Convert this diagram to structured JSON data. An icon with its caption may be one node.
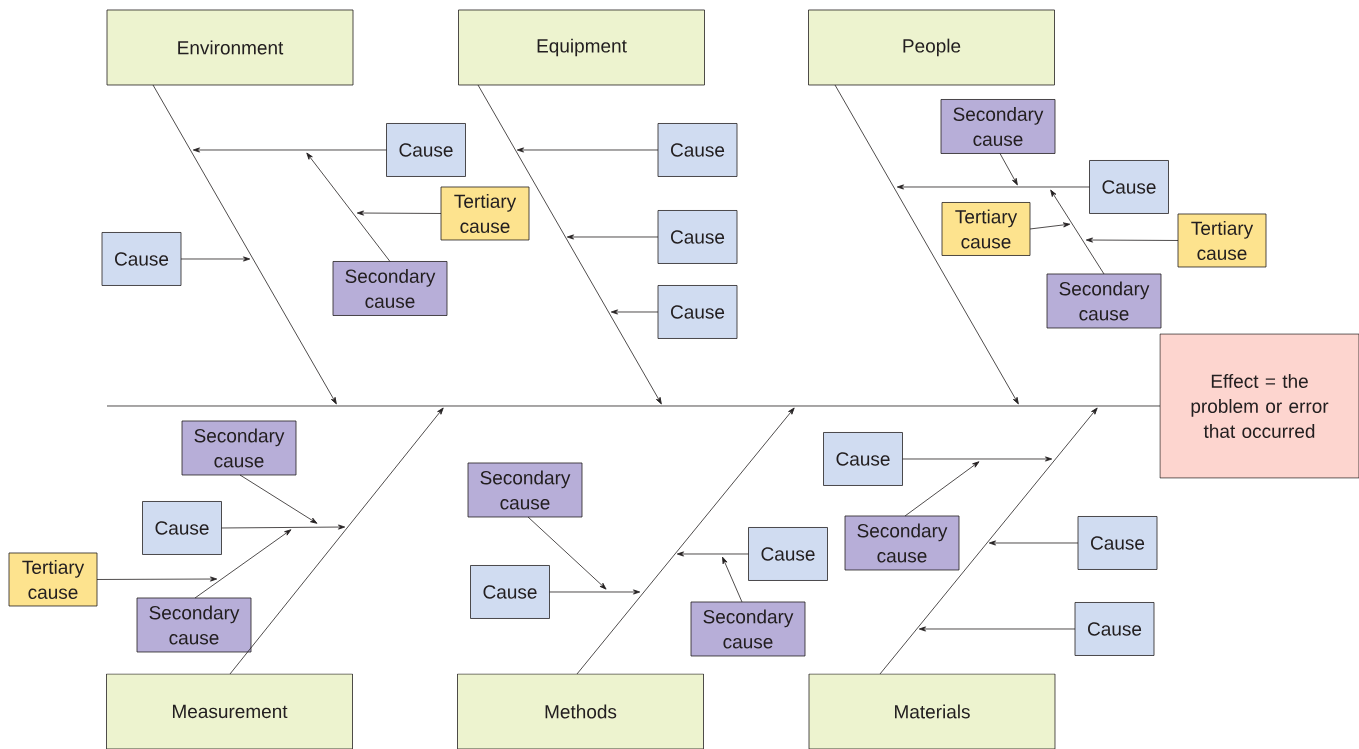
{
  "diagram": {
    "nodes": [
      {
        "text": [
          "Environment"
        ]
      },
      {
        "text": [
          "Equipment"
        ]
      },
      {
        "text": [
          "People"
        ]
      },
      {
        "text": [
          "Cause"
        ]
      },
      {
        "text": [
          "Tertiary cause"
        ]
      },
      {
        "text": [
          "Cause"
        ]
      },
      {
        "text": [
          "Secondary cause"
        ]
      },
      {
        "text": [
          "Cause"
        ]
      },
      {
        "text": [
          "Cause"
        ]
      },
      {
        "text": [
          "Cause"
        ]
      },
      {
        "text": [
          "Secondary cause"
        ]
      },
      {
        "text": [
          "Cause"
        ]
      },
      {
        "text": [
          "Tertiary cause"
        ]
      },
      {
        "text": [
          "Tertiary cause"
        ]
      },
      {
        "text": [
          "Secondary cause"
        ]
      },
      {
        "text": [
          "Effect = the problem or error that occurred"
        ]
      },
      {
        "text": [
          "Secondary cause"
        ]
      },
      {
        "text": [
          "Cause"
        ]
      },
      {
        "text": [
          "Tertiary cause"
        ]
      },
      {
        "text": [
          "Secondary cause"
        ]
      },
      {
        "text": [
          "Secondary cause"
        ]
      },
      {
        "text": [
          "Cause"
        ]
      },
      {
        "text": [
          "Cause"
        ]
      },
      {
        "text": [
          "Secondary cause"
        ]
      },
      {
        "text": [
          "Cause"
        ]
      },
      {
        "text": [
          "Secondary cause"
        ]
      },
      {
        "text": [
          "Cause"
        ]
      },
      {
        "text": [
          "Cause"
        ]
      },
      {
        "text": [
          "Measurement"
        ]
      },
      {
        "text": [
          "Methods"
        ]
      },
      {
        "text": [
          "Materials"
        ]
      }
    ],
    "edges": [
      {
        "from": null,
        "to": 15,
        "arrow": "none"
      },
      {
        "from": 0,
        "to": null,
        "arrow": "to"
      },
      {
        "from": 1,
        "to": null,
        "arrow": "to"
      },
      {
        "from": 2,
        "to": null,
        "arrow": "to"
      },
      {
        "from": 28,
        "to": null,
        "arrow": "to"
      },
      {
        "from": 29,
        "to": null,
        "arrow": "to"
      },
      {
        "from": 30,
        "to": null,
        "arrow": "to"
      },
      {
        "from": 3,
        "to": null,
        "arrow": "to"
      },
      {
        "from": 6,
        "to": null,
        "arrow": "to"
      },
      {
        "from": 4,
        "to": null,
        "arrow": "to"
      },
      {
        "from": 5,
        "to": null,
        "arrow": "to"
      },
      {
        "from": 7,
        "to": null,
        "arrow": "to"
      },
      {
        "from": 8,
        "to": null,
        "arrow": "to"
      },
      {
        "from": 9,
        "to": null,
        "arrow": "to"
      },
      {
        "from": 11,
        "to": null,
        "arrow": "to"
      },
      {
        "from": 10,
        "to": null,
        "arrow": "to"
      },
      {
        "from": 14,
        "to": null,
        "arrow": "to"
      },
      {
        "from": 13,
        "to": null,
        "arrow": "to"
      },
      {
        "from": 12,
        "to": null,
        "arrow": "to"
      },
      {
        "from": 17,
        "to": null,
        "arrow": "to"
      },
      {
        "from": 16,
        "to": null,
        "arrow": "to"
      },
      {
        "from": 19,
        "to": null,
        "arrow": "to"
      },
      {
        "from": 18,
        "to": null,
        "arrow": "to"
      },
      {
        "from": 21,
        "to": null,
        "arrow": "to"
      },
      {
        "from": 20,
        "to": null,
        "arrow": "to"
      },
      {
        "from": 22,
        "to": null,
        "arrow": "to"
      },
      {
        "from": 23,
        "to": null,
        "arrow": "to"
      },
      {
        "from": 24,
        "to": null,
        "arrow": "to"
      },
      {
        "from": 25,
        "to": null,
        "arrow": "to"
      },
      {
        "from": 26,
        "to": null,
        "arrow": "to"
      },
      {
        "from": 27,
        "to": null,
        "arrow": "to"
      }
    ]
  }
}
